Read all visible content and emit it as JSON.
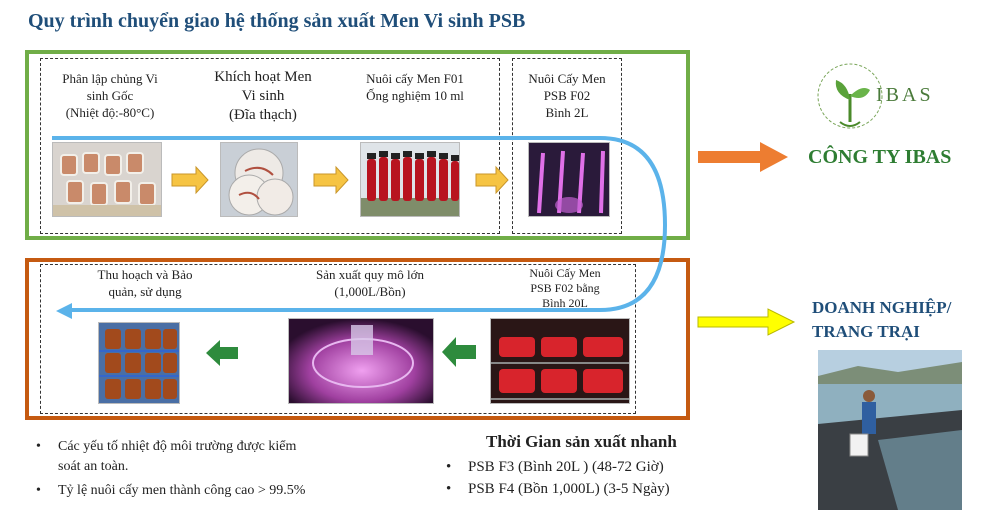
{
  "title": "Quy trình chuyển giao hệ thống sản xuất Men Vi sinh PSB",
  "steps": {
    "s1": {
      "l1": "Phân lập chủng Vi",
      "l2": "sinh Gốc",
      "l3": "(Nhiệt độ:-80°C)"
    },
    "s2": {
      "l1": "Khích hoạt Men",
      "l2": "Vi sinh",
      "l3": "(Đĩa thạch)"
    },
    "s3": {
      "l1": "Nuôi cấy Men F01",
      "l2": "Ống nghiệm 10 ml"
    },
    "s4": {
      "l1": "Nuôi Cấy Men",
      "l2": "PSB  F02",
      "l3": "Bình 2L"
    },
    "s5": {
      "l1": "Nuôi Cấy Men",
      "l2": "PSB  F02 bằng",
      "l3": "Bình 20L"
    },
    "s6": {
      "l1": "Sản xuất quy mô lớn",
      "l2": "(1,000L/Bồn)"
    },
    "s7": {
      "l1": "Thu hoạch và Bảo",
      "l2": "quản, sử dụng"
    }
  },
  "company": {
    "logo_text": "IBAS",
    "name": "CÔNG TY IBAS"
  },
  "customer": {
    "l1": "DOANH NGHIỆP/",
    "l2": "TRANG TRẠI"
  },
  "notes": [
    {
      "l1": "Các yếu tố nhiệt độ môi trường được kiểm",
      "l2": "soát an toàn."
    },
    {
      "l1": "Tỷ lệ nuôi cấy men thành công cao > 99.5%"
    }
  ],
  "timing": {
    "title": "Thời Gian sản xuất nhanh",
    "items": [
      "PSB F3 (Bình 20L )  (48-72 Giờ)",
      "PSB F4 (Bồn 1,000L)  (3-5 Ngày)"
    ]
  },
  "colors": {
    "green_frame": "#70ad47",
    "orange_frame": "#c55a11",
    "flow_line": "#5bb3ea",
    "title": "#1f4e79"
  }
}
